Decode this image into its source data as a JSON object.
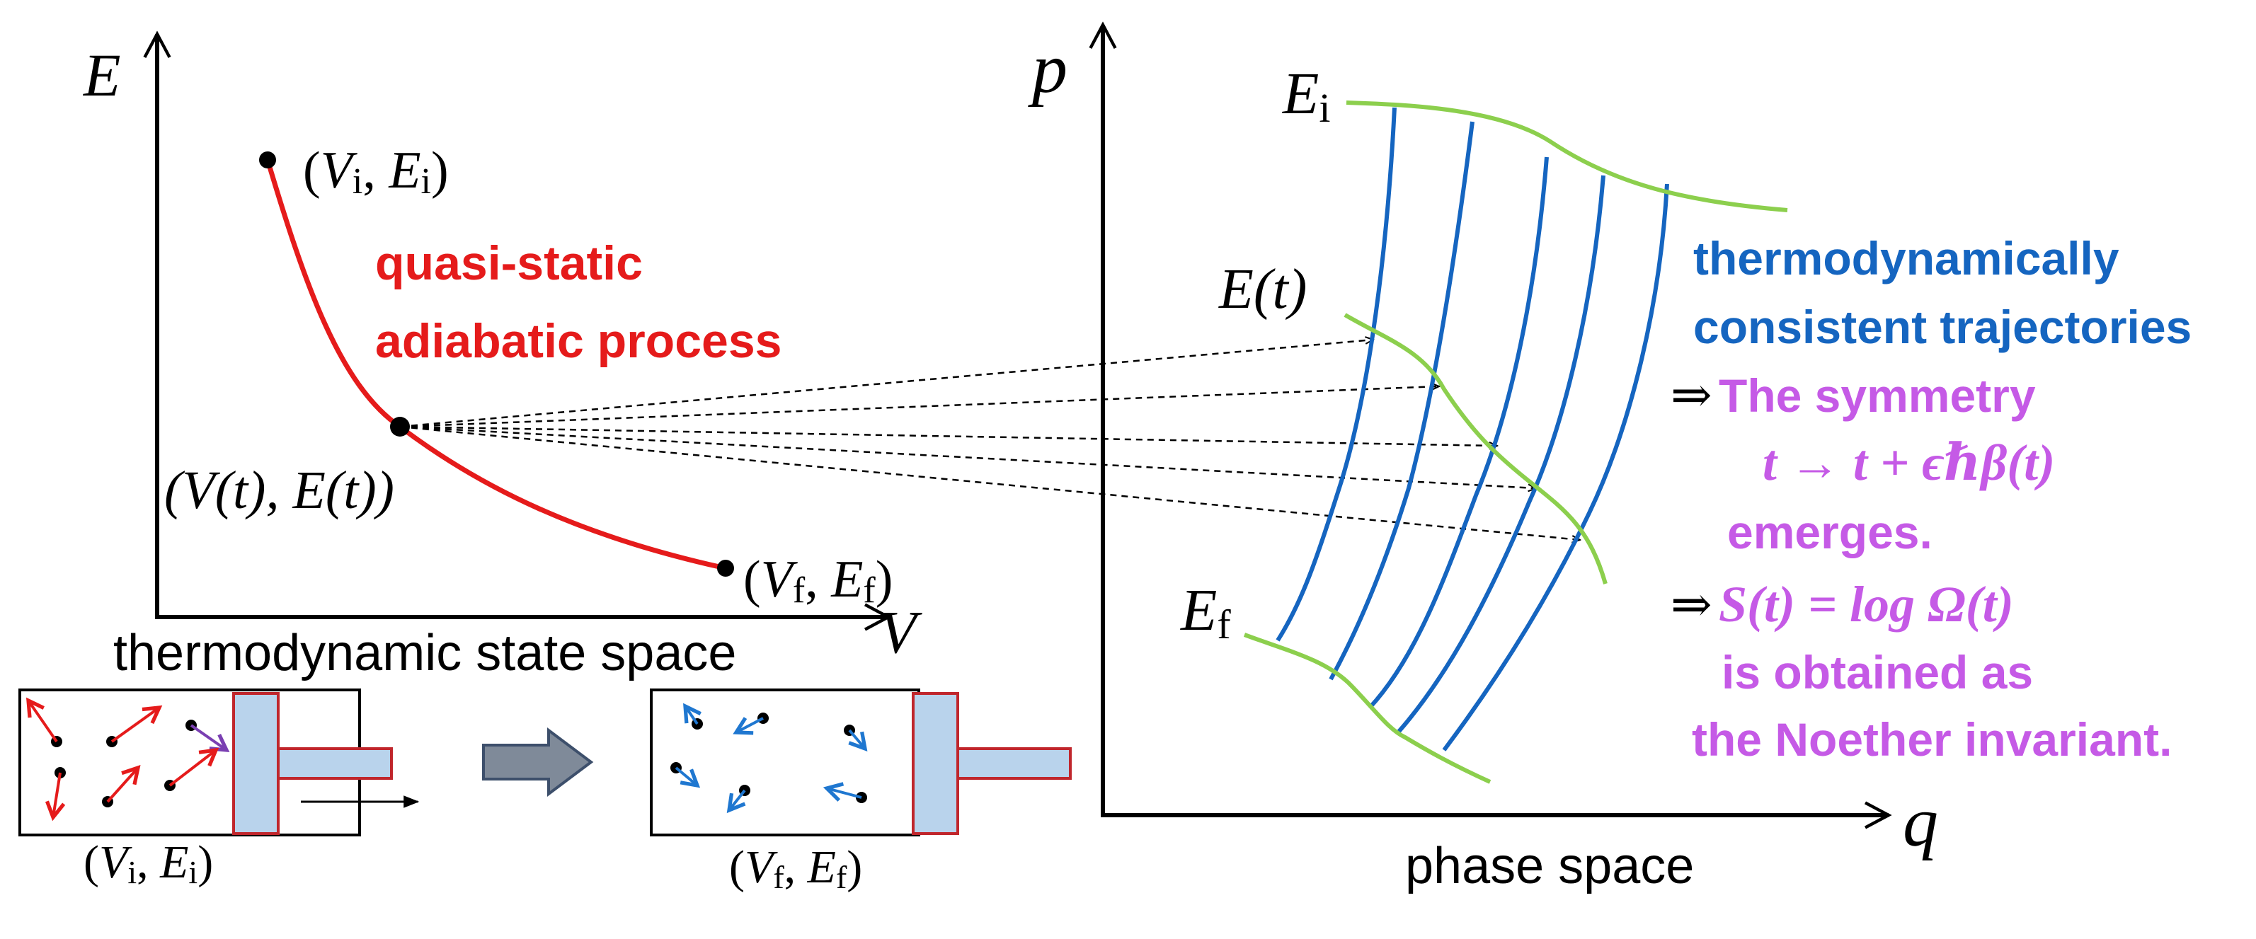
{
  "colors": {
    "axis": "#000000",
    "process_curve": "#e51b1b",
    "trajectory": "#1565c0",
    "energy_surface": "#8ccf4d",
    "symmetry_text": "#c55ae6",
    "molecule_arrow": "#e51b1b",
    "molecule_arrow_blue": "#1f77d0",
    "purple_arrow": "#7a3fb2",
    "piston_fill": "#b9d3ec",
    "piston_stroke": "#c0262c",
    "big_arrow_fill": "#7f8a99"
  },
  "left_diagram": {
    "axis_y": "E",
    "axis_x": "V",
    "caption": "thermodynamic state space",
    "point_initial": {
      "open": "(",
      "v": "V",
      "vsub": "i",
      "sep": ", ",
      "e": "E",
      "esub": "i",
      "close": ")"
    },
    "point_mid": {
      "label": "(V(t), E(t))"
    },
    "point_final": {
      "open": "(",
      "v": "V",
      "vsub": "f",
      "sep": ", ",
      "e": "E",
      "esub": "f",
      "close": ")"
    },
    "process_label": [
      "quasi-static",
      "adiabatic process"
    ]
  },
  "boxes": {
    "initial_label": {
      "open": "(",
      "v": "V",
      "vsub": "i",
      "sep": ", ",
      "e": "E",
      "esub": "i",
      "close": ")"
    },
    "final_label": {
      "open": "(",
      "v": "V",
      "vsub": "f",
      "sep": ", ",
      "e": "E",
      "esub": "f",
      "close": ")"
    }
  },
  "right_diagram": {
    "axis_y": "p",
    "axis_x": "q",
    "caption": "phase space",
    "surface_top": {
      "e": "E",
      "sub": "i"
    },
    "surface_mid": {
      "label": "E(t)"
    },
    "surface_bottom": {
      "e": "E",
      "sub": "f"
    }
  },
  "annotation": {
    "blue_lines": [
      "thermodynamically",
      "consistent trajectories"
    ],
    "implies": "⇒",
    "line1": "The symmetry",
    "formula1": "t → t + ϵℏβ(t)",
    "line2": "emerges.",
    "formula2": "S(t) = log Ω(t)",
    "line3": "is obtained as",
    "line4": "the Noether invariant."
  }
}
